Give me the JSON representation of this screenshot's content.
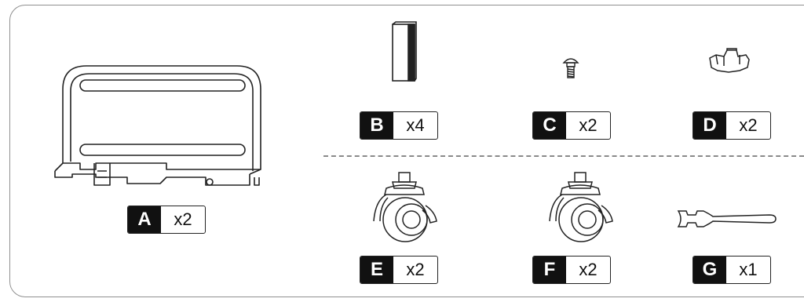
{
  "parts": [
    {
      "id": "A",
      "letter": "A",
      "qty": "x2"
    },
    {
      "id": "B",
      "letter": "B",
      "qty": "x4"
    },
    {
      "id": "C",
      "letter": "C",
      "qty": "x2"
    },
    {
      "id": "D",
      "letter": "D",
      "qty": "x2"
    },
    {
      "id": "E",
      "letter": "E",
      "qty": "x2"
    },
    {
      "id": "F",
      "letter": "F",
      "qty": "x2"
    },
    {
      "id": "G",
      "letter": "G",
      "qty": "x1"
    }
  ],
  "colors": {
    "badge_bg": "#111111",
    "line": "#222222",
    "panel_border": "#8f8f8f"
  },
  "icons": {
    "A": "bracket-plate-icon",
    "B": "spacer-block-icon",
    "C": "carriage-bolt-icon",
    "D": "knob-nut-icon",
    "E": "caster-wheel-icon",
    "F": "caster-wheel-icon",
    "G": "wrench-icon"
  }
}
